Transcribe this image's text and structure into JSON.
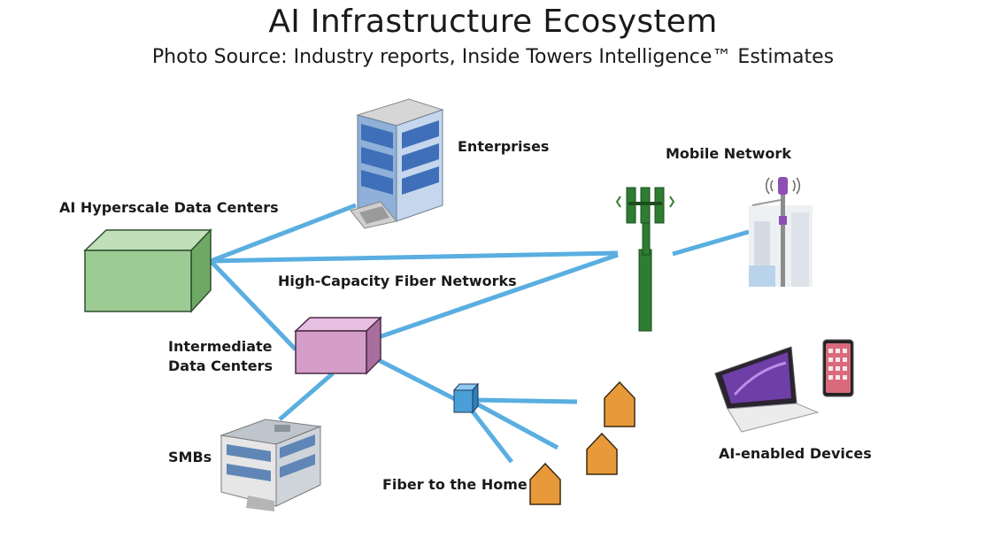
{
  "title": "AI Infrastructure Ecosystem",
  "subtitle": "Photo Source: Industry reports, Inside Towers Intelligence™ Estimates",
  "nodes": {
    "hyperscale": "AI Hyperscale Data Centers",
    "enterprises": "Enterprises",
    "fiber_networks": "High-Capacity Fiber Networks",
    "mobile_network": "Mobile Network",
    "intermediate_line1": "Intermediate",
    "intermediate_line2": "Data Centers",
    "smbs": "SMBs",
    "ftth": "Fiber to the Home",
    "devices": "AI-enabled Devices"
  },
  "colors": {
    "link": "#5aaee0",
    "hyperscale_fill": "#9ccc94",
    "intermediate_fill": "#d49ec8",
    "house_fill": "#e89a3a",
    "tower_fill": "#2e7d32",
    "splitter_fill": "#4a9fd8"
  }
}
